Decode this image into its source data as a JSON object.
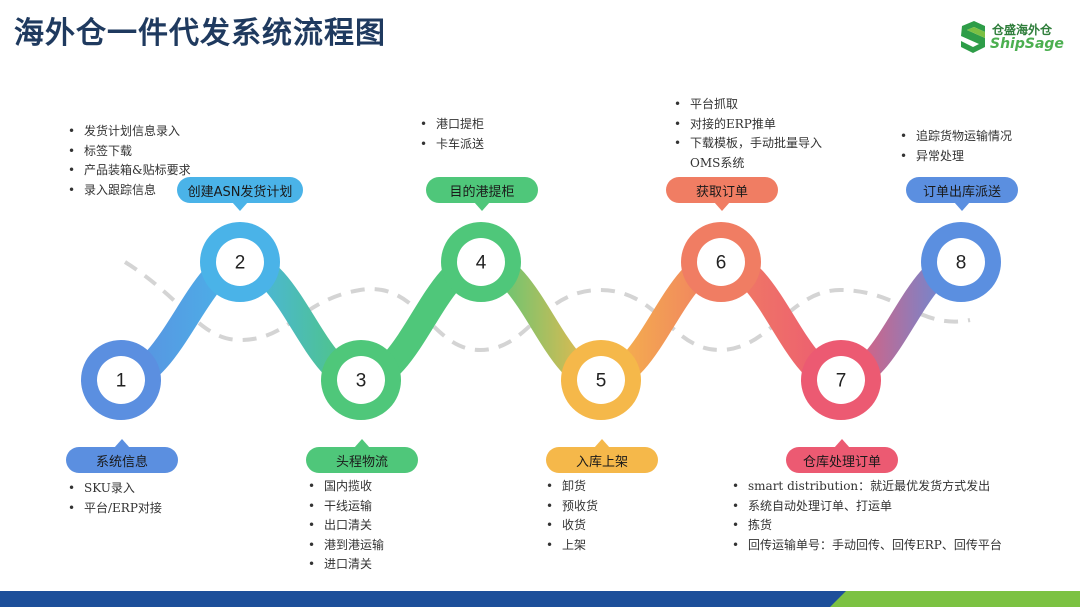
{
  "title": "海外仓一件代发系统流程图",
  "logo": {
    "cn": "仓盛海外仓",
    "en": "ShipSage"
  },
  "steps": [
    {
      "num": "1",
      "label": "系统信息",
      "color": "#5b8fe0",
      "notes": [
        "SKU录入",
        "平台/ERP对接"
      ]
    },
    {
      "num": "2",
      "label": "创建ASN发货计划",
      "color": "#4ab3e8",
      "notes": [
        "发货计划信息录入",
        "标签下载",
        "产品装箱&贴标要求",
        "录入跟踪信息"
      ]
    },
    {
      "num": "3",
      "label": "头程物流",
      "color": "#4fc77a",
      "notes": [
        "国内揽收",
        "干线运输",
        "出口清关",
        "港到港运输",
        "进口清关"
      ]
    },
    {
      "num": "4",
      "label": "目的港提柜",
      "color": "#4fc77a",
      "notes": [
        "港口提柜",
        "卡车派送"
      ]
    },
    {
      "num": "5",
      "label": "入库上架",
      "color": "#f5b84a",
      "notes": [
        "卸货",
        "预收货",
        "收货",
        "上架"
      ]
    },
    {
      "num": "6",
      "label": "获取订单",
      "color": "#f07d63",
      "notes": [
        "平台抓取",
        "对接的ERP推单",
        "下载模板，手动批量导入OMS系统"
      ]
    },
    {
      "num": "7",
      "label": "仓库处理订单",
      "color": "#ec5a72",
      "notes": [
        "smart distribution：就近最优发货方式发出",
        "系统自动处理订单、打运单",
        "拣货",
        "回传运输单号：手动回传、回传ERP、回传平台"
      ]
    },
    {
      "num": "8",
      "label": "订单出库派送",
      "color": "#5b8fe0",
      "notes": [
        "追踪货物运输情况",
        "异常处理"
      ]
    }
  ]
}
